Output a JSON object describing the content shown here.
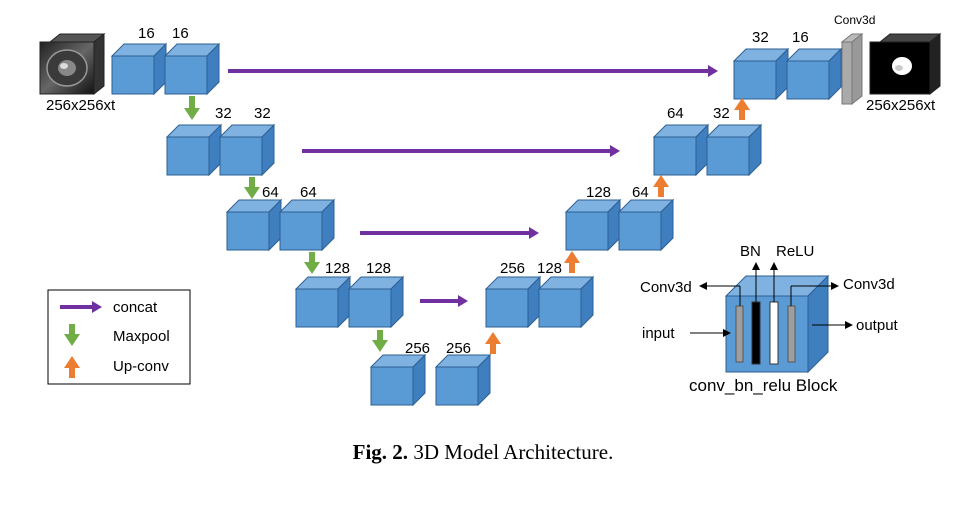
{
  "input_label": "256x256xt",
  "output_label": "256x256xt",
  "output_conv_label": "Conv3d",
  "encoder": [
    {
      "a": "16",
      "b": "16"
    },
    {
      "a": "32",
      "b": "32"
    },
    {
      "a": "64",
      "b": "64"
    },
    {
      "a": "128",
      "b": "128"
    },
    {
      "a": "256",
      "b": "256"
    }
  ],
  "decoder": [
    {
      "a": "256",
      "b": "128"
    },
    {
      "a": "128",
      "b": "64"
    },
    {
      "a": "64",
      "b": "32"
    },
    {
      "a": "32",
      "b": "16"
    }
  ],
  "legend": {
    "concat": "concat",
    "maxpool": "Maxpool",
    "upconv": "Up-conv"
  },
  "block": {
    "bn": "BN",
    "relu": "ReLU",
    "conv_left": "Conv3d",
    "conv_right": "Conv3d",
    "input": "input",
    "output": "output",
    "title": "conv_bn_relu Block"
  },
  "caption": {
    "prefix": "Fig. 2.",
    "text": "3D Model Architecture."
  },
  "colors": {
    "cube_front": "#5b9bd5",
    "cube_top": "#7fb2e0",
    "cube_side": "#3f7fbf",
    "cube_edge": "#2e5f93",
    "concat": "#7030a0",
    "maxpool": "#70ad47",
    "upconv": "#ed7d31"
  }
}
